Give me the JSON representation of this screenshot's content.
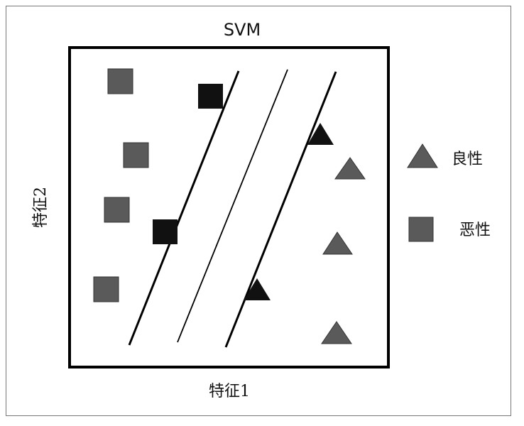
{
  "title": "SVM",
  "x_axis_label": "特征1",
  "y_axis_label": "特征2",
  "legend": {
    "items": [
      {
        "shape": "triangle",
        "label": "良性",
        "color": "#5a5a5a"
      },
      {
        "shape": "square",
        "label": "恶性",
        "color": "#5a5a5a"
      }
    ]
  },
  "colors": {
    "sample_fill": "#5a5a5a",
    "support_vector_fill": "#111111",
    "line": "#000000"
  }
}
